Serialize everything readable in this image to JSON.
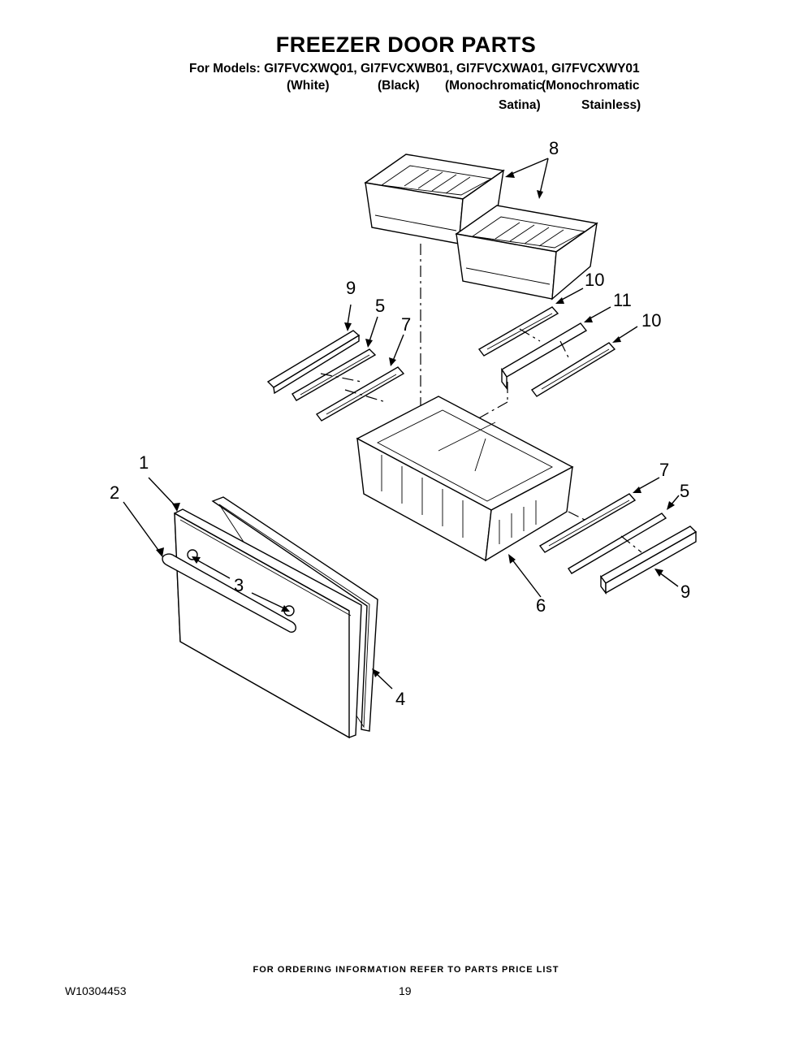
{
  "title": "FREEZER DOOR PARTS",
  "models_line": "For Models: GI7FVCXWQ01, GI7FVCXWB01, GI7FVCXWA01, GI7FVCXWY01",
  "variants": {
    "white": "(White)",
    "black": "(Black)",
    "mono_satina_1": "(Monochromatic",
    "mono_satina_2": "Satina)",
    "mono_stainless_1": "(Monochromatic",
    "mono_stainless_2": "Stainless)"
  },
  "callouts": {
    "c1": "1",
    "c2": "2",
    "c3": "3",
    "c4": "4",
    "c5a": "5",
    "c5b": "5",
    "c6": "6",
    "c7a": "7",
    "c7b": "7",
    "c8": "8",
    "c9a": "9",
    "c9b": "9",
    "c10a": "10",
    "c10b": "10",
    "c11": "11"
  },
  "footer": {
    "ordering_note": "FOR ORDERING INFORMATION REFER TO PARTS PRICE LIST",
    "doc_number": "W10304453",
    "page_number": "19"
  }
}
